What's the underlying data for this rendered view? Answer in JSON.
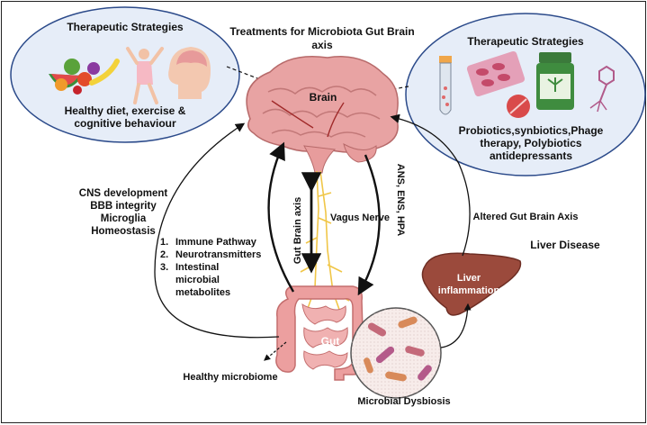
{
  "title_line1": "Treatments for Microbiota Gut Brain",
  "title_line2": "axis",
  "left_panel": {
    "heading": "Therapeutic Strategies",
    "caption_line1": "Healthy diet, exercise &",
    "caption_line2": "cognitive behaviour"
  },
  "right_panel": {
    "heading": "Therapeutic Strategies",
    "caption_line1": "Probiotics,synbiotics,Phage",
    "caption_line2": "therapy,  Polybiotics",
    "caption_line3": "antidepressants"
  },
  "brain_label": "Brain",
  "gut_label": "Gut",
  "liver_label_line1": "Liver",
  "liver_label_line2": "inflammation",
  "cns_lines": [
    "CNS development",
    "BBB integrity",
    "Microglia",
    "Homeostasis"
  ],
  "pathways": [
    "Immune Pathway",
    "Neurotransmitters",
    "Intestinal",
    "microbial",
    "metabolites"
  ],
  "pathway_numbers": [
    "1.",
    "2.",
    "3."
  ],
  "gut_brain_axis": "Gut Brain axis",
  "vagus_nerve": "Vagus Nerve",
  "ans_ens_hpa": "ANS, ENS, HPA",
  "altered_axis": "Altered Gut Brain Axis",
  "liver_disease": "Liver Disease",
  "healthy_microbiome": "Healthy microbiome",
  "microbial_dysbiosis": "Microbial Dysbiosis",
  "colors": {
    "panel_fill": "#e6edf8",
    "panel_stroke": "#2b4a8a",
    "brain": "#e8a3a3",
    "gut": "#ec9f9f",
    "liver": "#9b4a3c",
    "nerve": "#f0c648"
  }
}
